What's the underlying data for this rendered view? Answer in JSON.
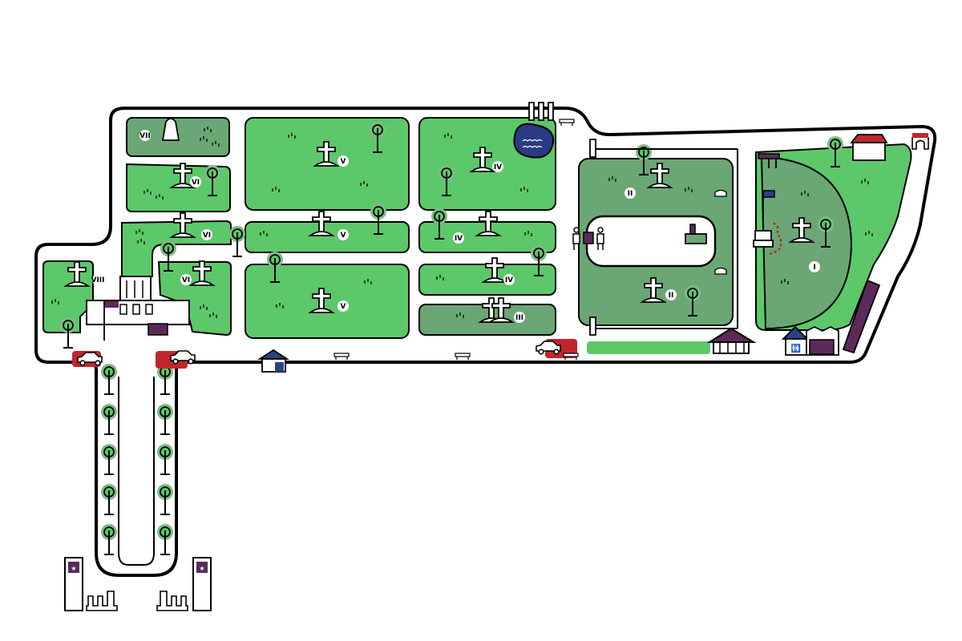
{
  "colors": {
    "path_fill": "#ffffff",
    "outline": "#000000",
    "grass_light": "#5cc86a",
    "grass_dark": "#6aa774",
    "tree_halo": "#7fba86",
    "pond": "#283b83",
    "car_zone": "#c0272d",
    "roof_red": "#c0272d",
    "roof_purple": "#5a2b58",
    "roof_navy": "#2b3f85",
    "monument": "#5a2b58"
  },
  "plots": [
    {
      "label": "VII",
      "shade": "dark"
    },
    {
      "label": "VI",
      "shade": "light"
    },
    {
      "label": "VI",
      "shade": "light"
    },
    {
      "label": "VI",
      "shade": "light"
    },
    {
      "label": "VIII",
      "shade": "light"
    },
    {
      "label": "V",
      "shade": "light"
    },
    {
      "label": "V",
      "shade": "light"
    },
    {
      "label": "V",
      "shade": "light"
    },
    {
      "label": "IV",
      "shade": "light"
    },
    {
      "label": "IV",
      "shade": "light"
    },
    {
      "label": "IV",
      "shade": "light"
    },
    {
      "label": "III",
      "shade": "dark"
    },
    {
      "label": "II",
      "shade": "dark"
    },
    {
      "label": "II",
      "shade": "dark"
    },
    {
      "label": "I",
      "shade": "dark"
    }
  ],
  "icons": {
    "cross": "cross-icon",
    "tree": "tree-icon",
    "bench": "bench-icon",
    "car": "car-icon",
    "pond": "pond-icon",
    "gate": "gate-pillar-icon",
    "chapel": "chapel-icon",
    "toilets": "toilet-icon",
    "shelter": "shelter-icon"
  }
}
